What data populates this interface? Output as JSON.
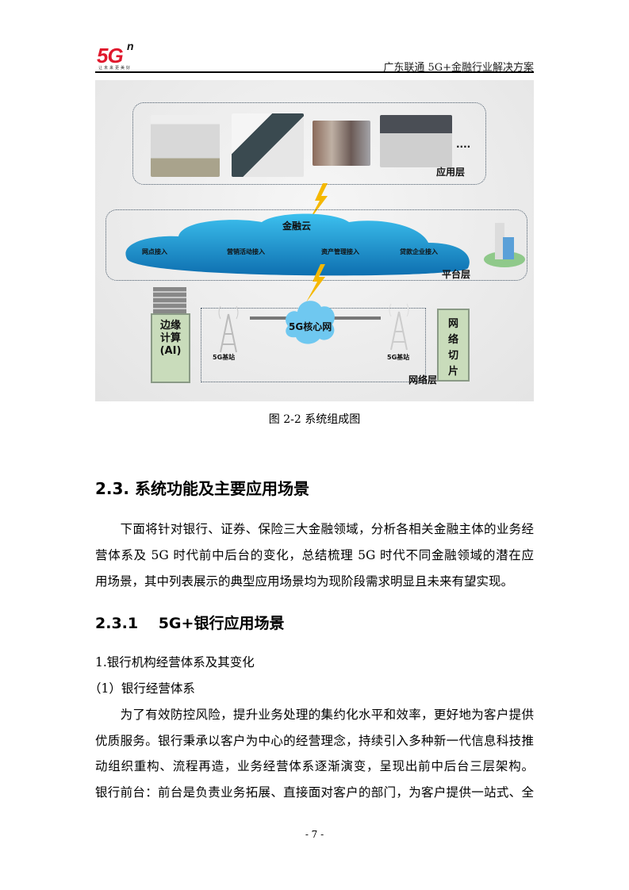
{
  "header": {
    "logo_text": "5G",
    "logo_sup": "n",
    "logo_sub": "让未来更美好",
    "title": "广东联通 5G+金融行业解决方案"
  },
  "figure": {
    "app_layer": "应用层",
    "ellipsis": "....",
    "cloud_title": "金融云",
    "cloud_items": [
      "网点接入",
      "营销活动接入",
      "资产管理接入",
      "贷款企业接入"
    ],
    "platform_layer": "平台层",
    "edge": [
      "边缘",
      "计算",
      "(AI)"
    ],
    "core": "5G核心网",
    "base_station": "5G基站",
    "slice": "网络切片",
    "network_layer": "网络层",
    "caption": "图 2-2  系统组成图"
  },
  "section": {
    "heading": "2.3. 系统功能及主要应用场景",
    "para1": [
      "　　下面将针对银行、证券、保险三大金融领域，分析各相关金融主体的业务经",
      "营体系及 5G 时代前中后台的变化，总结梳理 5G 时代不同金融领域的潜在应"
    ],
    "para1_last": "用场景，其中列表展示的典型应用场景均为现阶段需求明显且未来有望实现。",
    "sub_heading": "2.3.1　 5G+银行应用场景",
    "item1": "1.银行机构经营体系及其变化",
    "item1_1": "（1）银行经营体系",
    "para2": [
      "　　为了有效防控风险，提升业务处理的集约化水平和效率，更好地为客户提供",
      "优质服务。银行秉承以客户为中心的经营理念，持续引入多种新一代信息科技推",
      "动组织重构、流程再造，业务经营体系逐渐演变，呈现出前中后台三层架构。",
      "银行前台：前台是负责业务拓展、直接面对客户的部门，为客户提供一站式、全"
    ]
  },
  "footer": {
    "page": "- 7 -"
  }
}
